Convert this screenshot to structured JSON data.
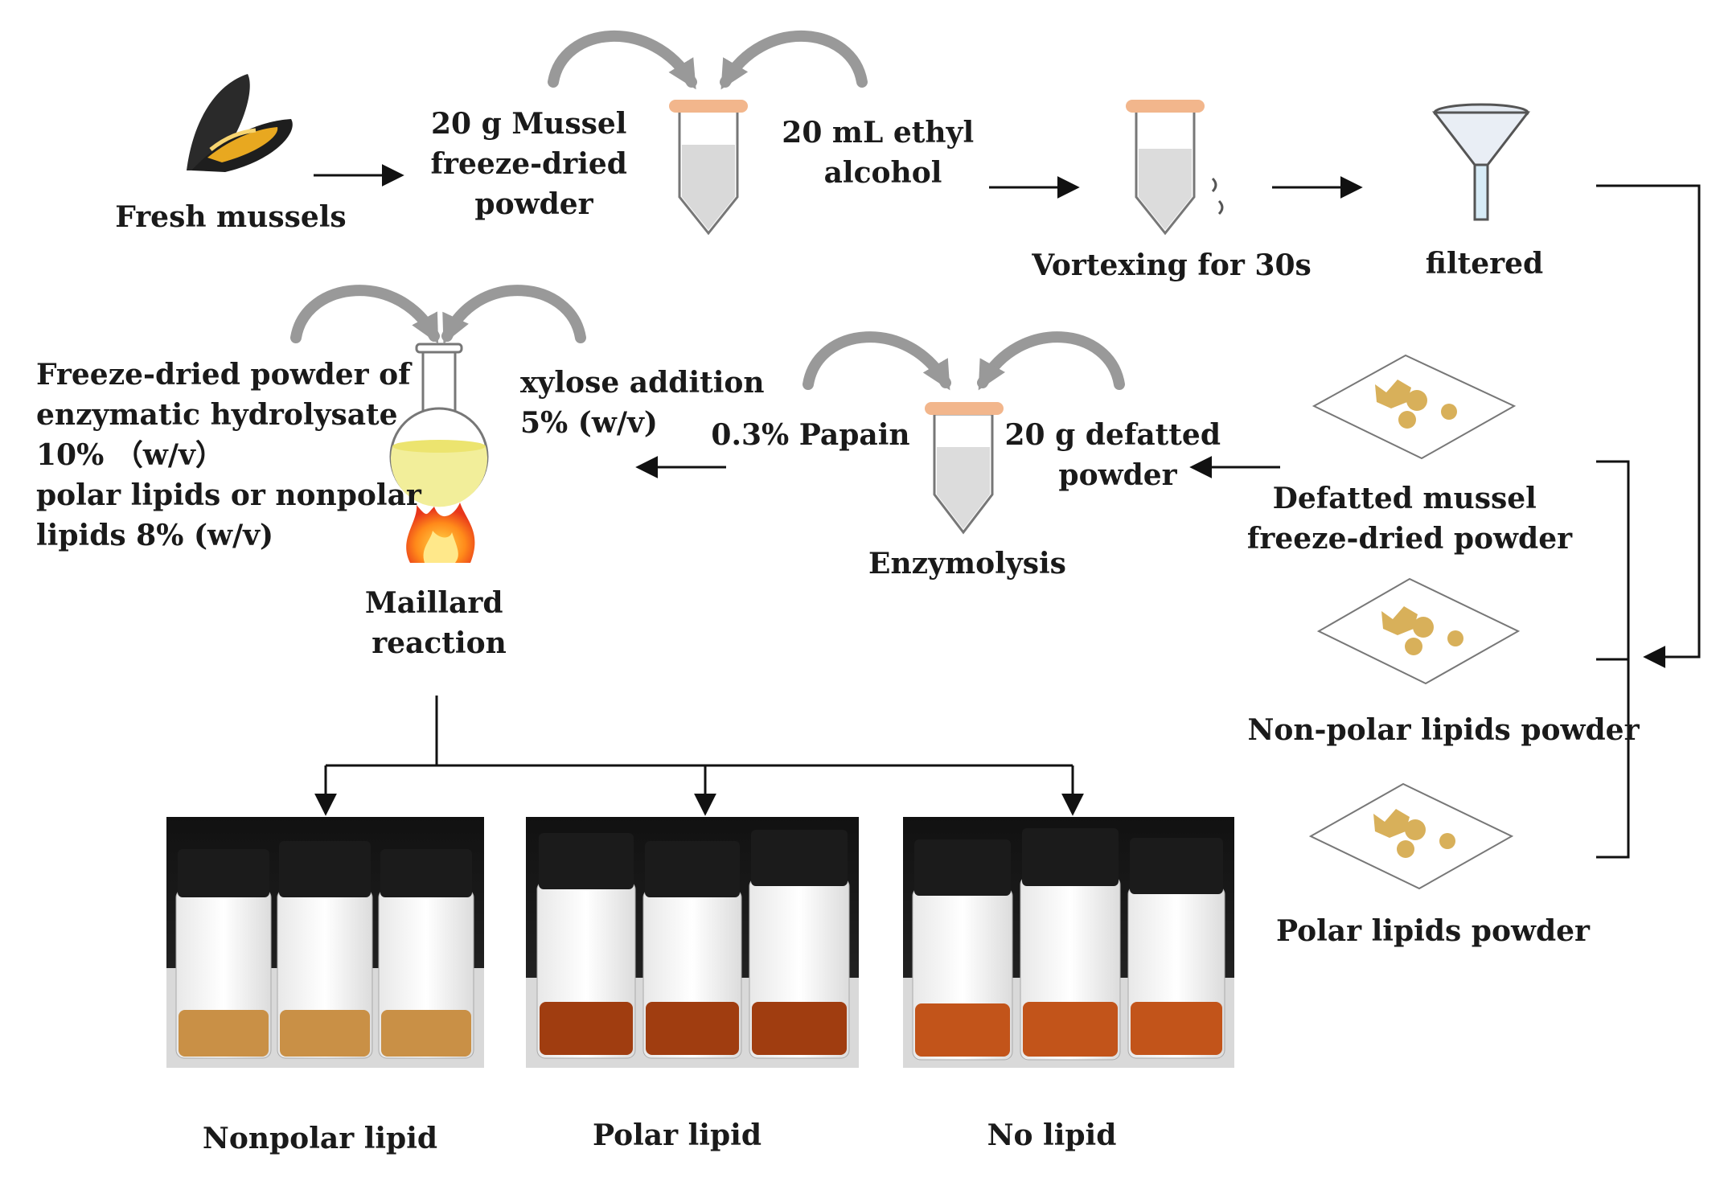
{
  "labels": {
    "fresh_mussels": "Fresh mussels",
    "mussel_powder": [
      "20 g Mussel",
      "freeze-dried",
      "powder"
    ],
    "ethanol": [
      "20 mL ethyl",
      "alcohol"
    ],
    "vortexing": "Vortexing for 30s",
    "filtered": "filtered",
    "defatted_powder_product": [
      "Defatted mussel",
      "freeze-dried powder"
    ],
    "nonpolar_powder": "Non-polar lipids powder",
    "polar_powder": "Polar lipids powder",
    "defatted_input": [
      "20 g defatted",
      "powder"
    ],
    "papain": "0.3% Papain",
    "enzymolysis": "Enzymolysis",
    "xylose": [
      "xylose addition",
      "5% (w/v)"
    ],
    "reaction_mix": [
      "Freeze-dried powder of",
      "enzymatic hydrolysate",
      "10% （w/v）",
      "polar lipids or nonpolar",
      "lipids 8% (w/v)"
    ],
    "maillard": [
      "Maillard",
      "reaction"
    ]
  },
  "photos": [
    {
      "label": "Nonpolar lipid",
      "liquid_color": "#c99046"
    },
    {
      "label": "Polar lipid",
      "liquid_color": "#a03d10"
    },
    {
      "label": "No lipid",
      "liquid_color": "#c2541a"
    }
  ],
  "colors": {
    "tube_cap": "#f2b68c",
    "powder": "#d8b05a",
    "flask_liquid": "#f2ee9a",
    "arrow": "#111111",
    "curved_arrow": "#999999"
  }
}
